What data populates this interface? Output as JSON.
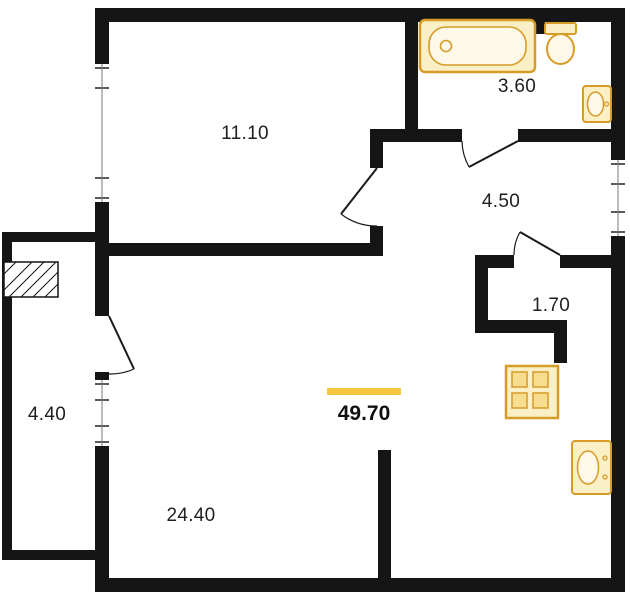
{
  "floorplan": {
    "total_area": "49.70",
    "rooms": [
      {
        "id": "room",
        "area": "11.10"
      },
      {
        "id": "bathroom",
        "area": "3.60"
      },
      {
        "id": "hallway",
        "area": "4.50"
      },
      {
        "id": "wc",
        "area": "1.70"
      },
      {
        "id": "balcony",
        "area": "4.40"
      },
      {
        "id": "living-room",
        "area": "24.40"
      }
    ],
    "fixtures": [
      "bathtub",
      "toilet",
      "washbasin",
      "stove",
      "kitchen-sink"
    ],
    "colors": {
      "walls": "#151515",
      "fixture_stroke": "#d79b28",
      "fixture_fill": "#fbefc6",
      "accent_bar": "#f4c63f",
      "label_text": "#1f1f1f"
    }
  }
}
